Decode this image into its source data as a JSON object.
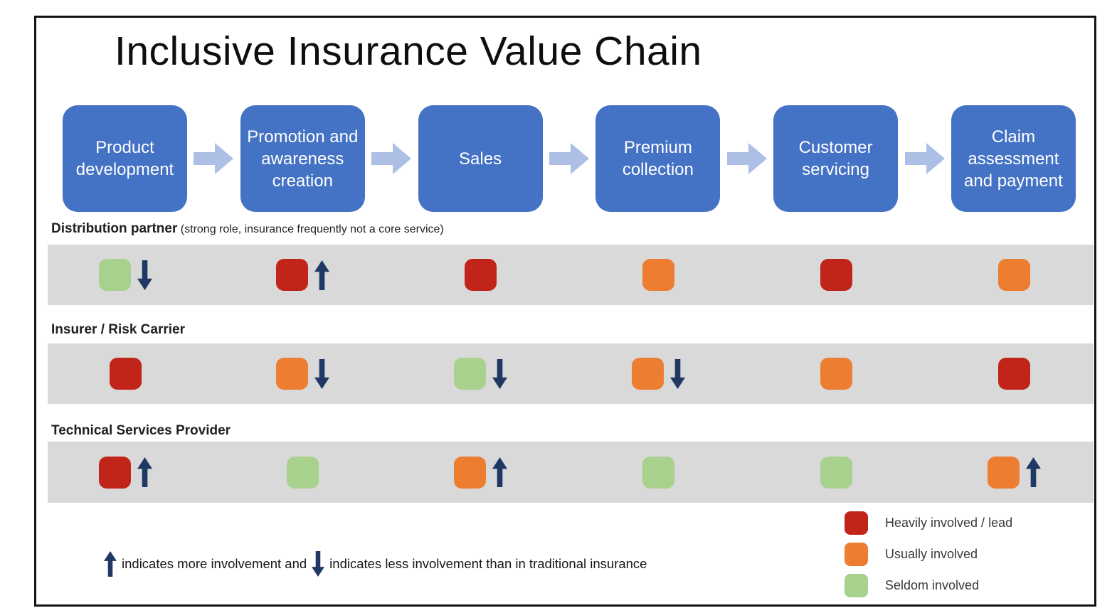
{
  "title": "Inclusive Insurance Value Chain",
  "stages": [
    {
      "label": "Product development"
    },
    {
      "label": "Promotion and awareness creation"
    },
    {
      "label": "Sales"
    },
    {
      "label": "Premium collection"
    },
    {
      "label": "Customer servicing"
    },
    {
      "label": "Claim assessment and payment"
    }
  ],
  "rows": [
    {
      "heading": "Distribution partner",
      "subheading": " (strong role, insurance frequently not a core service)",
      "cells": [
        {
          "level": "seldom",
          "trend": "down"
        },
        {
          "level": "heavy",
          "trend": "up"
        },
        {
          "level": "heavy",
          "trend": ""
        },
        {
          "level": "usually",
          "trend": ""
        },
        {
          "level": "heavy",
          "trend": ""
        },
        {
          "level": "usually",
          "trend": ""
        }
      ]
    },
    {
      "heading": "Insurer / Risk Carrier",
      "subheading": "",
      "cells": [
        {
          "level": "heavy",
          "trend": ""
        },
        {
          "level": "usually",
          "trend": "down"
        },
        {
          "level": "seldom",
          "trend": "down"
        },
        {
          "level": "usually",
          "trend": "down"
        },
        {
          "level": "usually",
          "trend": ""
        },
        {
          "level": "heavy",
          "trend": ""
        }
      ]
    },
    {
      "heading": "Technical Services Provider",
      "subheading": "",
      "cells": [
        {
          "level": "heavy",
          "trend": "up"
        },
        {
          "level": "seldom",
          "trend": ""
        },
        {
          "level": "usually",
          "trend": "up"
        },
        {
          "level": "seldom",
          "trend": ""
        },
        {
          "level": "seldom",
          "trend": ""
        },
        {
          "level": "usually",
          "trend": "up"
        }
      ]
    }
  ],
  "legend": [
    {
      "level": "heavy",
      "label": "Heavily involved / lead"
    },
    {
      "level": "usually",
      "label": "Usually involved"
    },
    {
      "level": "seldom",
      "label": "Seldom involved"
    }
  ],
  "note": {
    "part1": "indicates more involvement and",
    "part2": "indicates less involvement than in traditional insurance"
  },
  "colors": {
    "heavy": "#c1251a",
    "usually": "#ed7d31",
    "seldom": "#a9d18e",
    "stage_box": "#4472c4",
    "stage_arrow": "#aebfe6",
    "trend_arrow": "#1f3864",
    "band": "#d9d9d9"
  }
}
